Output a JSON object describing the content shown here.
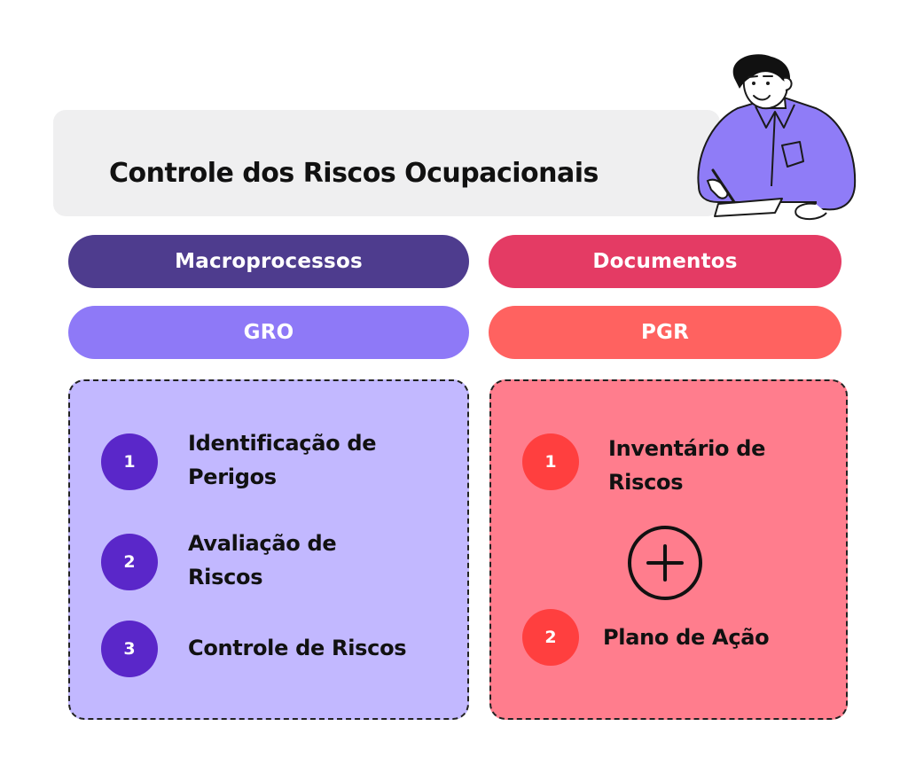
{
  "title": "Controle dos Riscos Ocupacionais",
  "columns": {
    "left": {
      "header": "Macroprocessos",
      "subheader": "GRO",
      "steps": [
        {
          "number": "1",
          "label_line1": "Identificação de",
          "label_line2": "Perigos"
        },
        {
          "number": "2",
          "label_line1": "Avaliação de",
          "label_line2": "Riscos"
        },
        {
          "number": "3",
          "label_line1": "Controle de Riscos",
          "label_line2": ""
        }
      ]
    },
    "right": {
      "header": "Documentos",
      "subheader": "PGR",
      "steps": [
        {
          "number": "1",
          "label_line1": "Inventário de",
          "label_line2": "Riscos"
        },
        {
          "number": "2",
          "label_line1": "Plano de Ação",
          "label_line2": ""
        }
      ]
    }
  },
  "icons": {
    "connector": "plus-circle-icon",
    "illustration": "person-writing-icon"
  },
  "colors": {
    "title_card": "#efeff0",
    "macro_header": "#4e3c8e",
    "docs_header": "#e43b64",
    "gro_pill": "#8e79f7",
    "pgr_pill": "#ff6260",
    "gro_box": "#c2b8ff",
    "pgr_box": "#ff7d8d",
    "gro_number": "#5a27c9",
    "pgr_number": "#ff3f3f",
    "person_shirt": "#8f7cf7"
  }
}
